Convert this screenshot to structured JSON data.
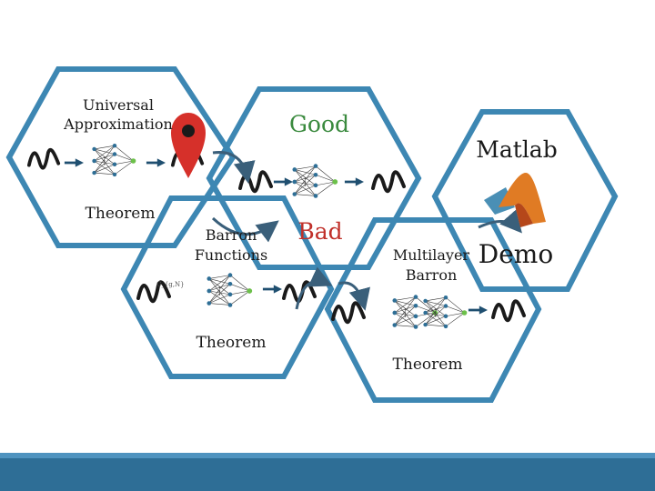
{
  "hexagons": [
    {
      "title": "Universal Approximation",
      "footer": "Theorem"
    },
    {
      "title": "Barron Functions",
      "footer": "Theorem"
    },
    {
      "title": "Multilayer Barron",
      "footer": "Theorem"
    }
  ],
  "tags": {
    "good": "Good",
    "bad": "Bad",
    "matlab": "Matlab",
    "demo": "Demo"
  },
  "small_label": "C_{g,N}",
  "colors": {
    "hex_stroke": "#3d87b3",
    "good": "#3a8a3e",
    "bad": "#c0302a",
    "pin": "#d6302a",
    "bar": "#2e6e96"
  },
  "icons": [
    "location-pin-icon",
    "matlab-logo-icon",
    "curved-arrow-icon",
    "neural-network-icon",
    "wave-icon"
  ]
}
